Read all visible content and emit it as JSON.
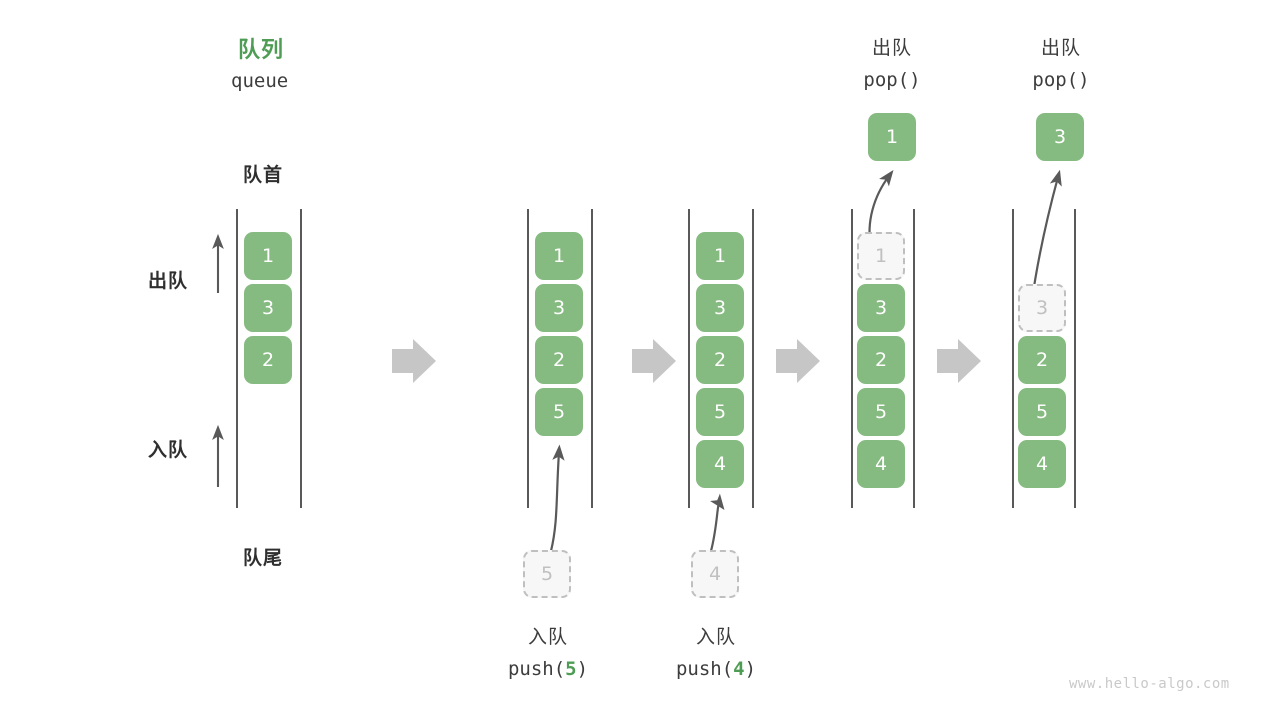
{
  "meta": {
    "watermark": "www.hello-algo.com",
    "colors": {
      "element_fill": "#85bb80",
      "element_text": "#ffffff",
      "ghost_fill": "#f7f7f7",
      "ghost_border": "#bfbfbf",
      "ghost_text": "#c0c0c0",
      "accent_green": "#4f9d55",
      "rail": "#595959",
      "arrow_gray": "#595959",
      "step_arrow": "#c6c6c6"
    }
  },
  "title": {
    "cn": "队列",
    "en": "queue"
  },
  "axis_labels": {
    "front": "队首",
    "rear": "队尾",
    "pop_side": "出队",
    "push_side": "入队"
  },
  "columns": [
    {
      "id": "state-initial",
      "cells": [
        {
          "value": "1",
          "state": "filled"
        },
        {
          "value": "3",
          "state": "filled"
        },
        {
          "value": "2",
          "state": "filled"
        }
      ],
      "top_label": null,
      "bottom_label": null,
      "incoming": null,
      "outgoing": null
    },
    {
      "id": "state-after-push-5",
      "cells": [
        {
          "value": "1",
          "state": "filled"
        },
        {
          "value": "3",
          "state": "filled"
        },
        {
          "value": "2",
          "state": "filled"
        },
        {
          "value": "5",
          "state": "filled"
        }
      ],
      "top_label": null,
      "bottom_label": {
        "cn": "入队",
        "code_prefix": "push(",
        "code_num": "5",
        "code_suffix": ")"
      },
      "incoming": {
        "value": "5",
        "state": "ghost"
      },
      "outgoing": null
    },
    {
      "id": "state-after-push-4",
      "cells": [
        {
          "value": "1",
          "state": "filled"
        },
        {
          "value": "3",
          "state": "filled"
        },
        {
          "value": "2",
          "state": "filled"
        },
        {
          "value": "5",
          "state": "filled"
        },
        {
          "value": "4",
          "state": "filled"
        }
      ],
      "top_label": null,
      "bottom_label": {
        "cn": "入队",
        "code_prefix": "push(",
        "code_num": "4",
        "code_suffix": ")"
      },
      "incoming": {
        "value": "4",
        "state": "ghost"
      },
      "outgoing": null
    },
    {
      "id": "state-after-pop-1",
      "cells": [
        {
          "value": "1",
          "state": "ghost"
        },
        {
          "value": "3",
          "state": "filled"
        },
        {
          "value": "2",
          "state": "filled"
        },
        {
          "value": "5",
          "state": "filled"
        },
        {
          "value": "4",
          "state": "filled"
        }
      ],
      "top_label": {
        "cn": "出队",
        "code_prefix": "pop(",
        "code_num": "",
        "code_suffix": ")"
      },
      "bottom_label": null,
      "incoming": null,
      "outgoing": {
        "value": "1",
        "state": "filled"
      }
    },
    {
      "id": "state-after-pop-3",
      "cells": [
        {
          "value": "",
          "state": "empty"
        },
        {
          "value": "3",
          "state": "ghost"
        },
        {
          "value": "2",
          "state": "filled"
        },
        {
          "value": "5",
          "state": "filled"
        },
        {
          "value": "4",
          "state": "filled"
        }
      ],
      "top_label": {
        "cn": "出队",
        "code_prefix": "pop(",
        "code_num": "",
        "code_suffix": ")"
      },
      "bottom_label": null,
      "incoming": null,
      "outgoing": {
        "value": "3",
        "state": "filled"
      }
    }
  ],
  "step_arrows": 4
}
